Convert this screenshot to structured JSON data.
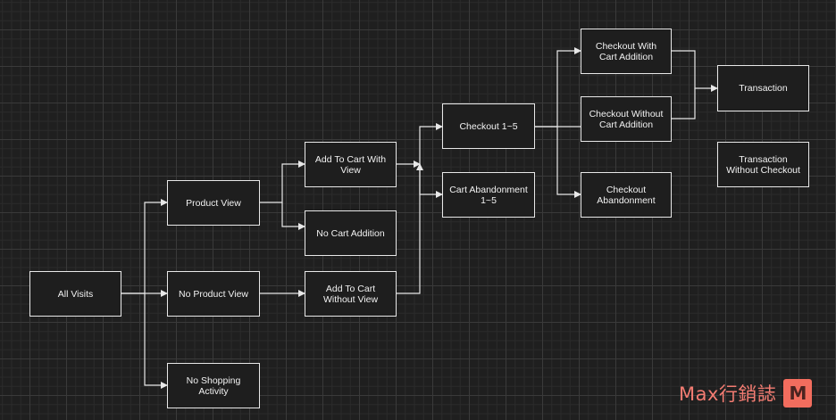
{
  "nodes": {
    "all_visits": "All Visits",
    "product_view": "Product View",
    "no_product_view": "No Product View",
    "no_shopping_activity": "No Shopping Activity",
    "add_to_cart_with_view": "Add To Cart With View",
    "no_cart_addition": "No Cart Addition",
    "add_to_cart_without_view": "Add To Cart Without View",
    "checkout_1_5": "Checkout 1~5",
    "cart_abandonment_1_5": "Cart Abandonment 1~5",
    "checkout_with_cart_addition": "Checkout With Cart Addition",
    "checkout_without_cart_addition": "Checkout Without Cart Addition",
    "checkout_abandonment": "Checkout Abandonment",
    "transaction": "Transaction",
    "transaction_without_checkout": "Transaction Without Checkout"
  },
  "brand": {
    "text": "Max行銷誌",
    "logo_letter": "M"
  },
  "colors": {
    "background": "#1f1f1f",
    "node_border": "#e8e8e8",
    "connector": "#e8e8e8",
    "brand": "#f47c72"
  }
}
